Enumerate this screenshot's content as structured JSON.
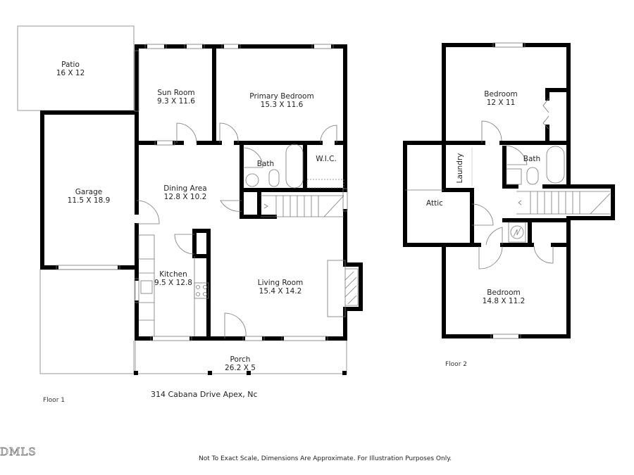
{
  "address": "314 Cabana Drive Apex, Nc",
  "disclaimer": "Not To Exact Scale, Dimensions Are Approximate. For Illustration Purposes Only.",
  "logo": "DMLS",
  "floor1": {
    "label": "Floor 1",
    "rooms": {
      "patio": {
        "name": "Patio",
        "dims": "16 X 12"
      },
      "sun_room": {
        "name": "Sun Room",
        "dims": "9.3 X 11.6"
      },
      "primary_bedroom": {
        "name": "Primary Bedroom",
        "dims": "15.3 X 11.6"
      },
      "bath": {
        "name": "Bath"
      },
      "wic": {
        "name": "W.I.C."
      },
      "garage": {
        "name": "Garage",
        "dims": "11.5 X 18.9"
      },
      "dining_area": {
        "name": "Dining Area",
        "dims": "12.8 X 10.2"
      },
      "kitchen": {
        "name": "Kitchen",
        "dims": "9.5 X 12.8"
      },
      "living_room": {
        "name": "Living Room",
        "dims": "15.4 X 14.2"
      },
      "porch": {
        "name": "Porch",
        "dims": "26.2 X 5"
      }
    }
  },
  "floor2": {
    "label": "Floor 2",
    "rooms": {
      "bedroom_1": {
        "name": "Bedroom",
        "dims": "12 X 11"
      },
      "laundry": {
        "name": "Laundry"
      },
      "bath": {
        "name": "Bath"
      },
      "attic": {
        "name": "Attic"
      },
      "bedroom_2": {
        "name": "Bedroom",
        "dims": "14.8 X 11.2"
      }
    }
  },
  "colors": {
    "wall": "#000000",
    "thin_line": "#999999",
    "background": "#ffffff"
  }
}
